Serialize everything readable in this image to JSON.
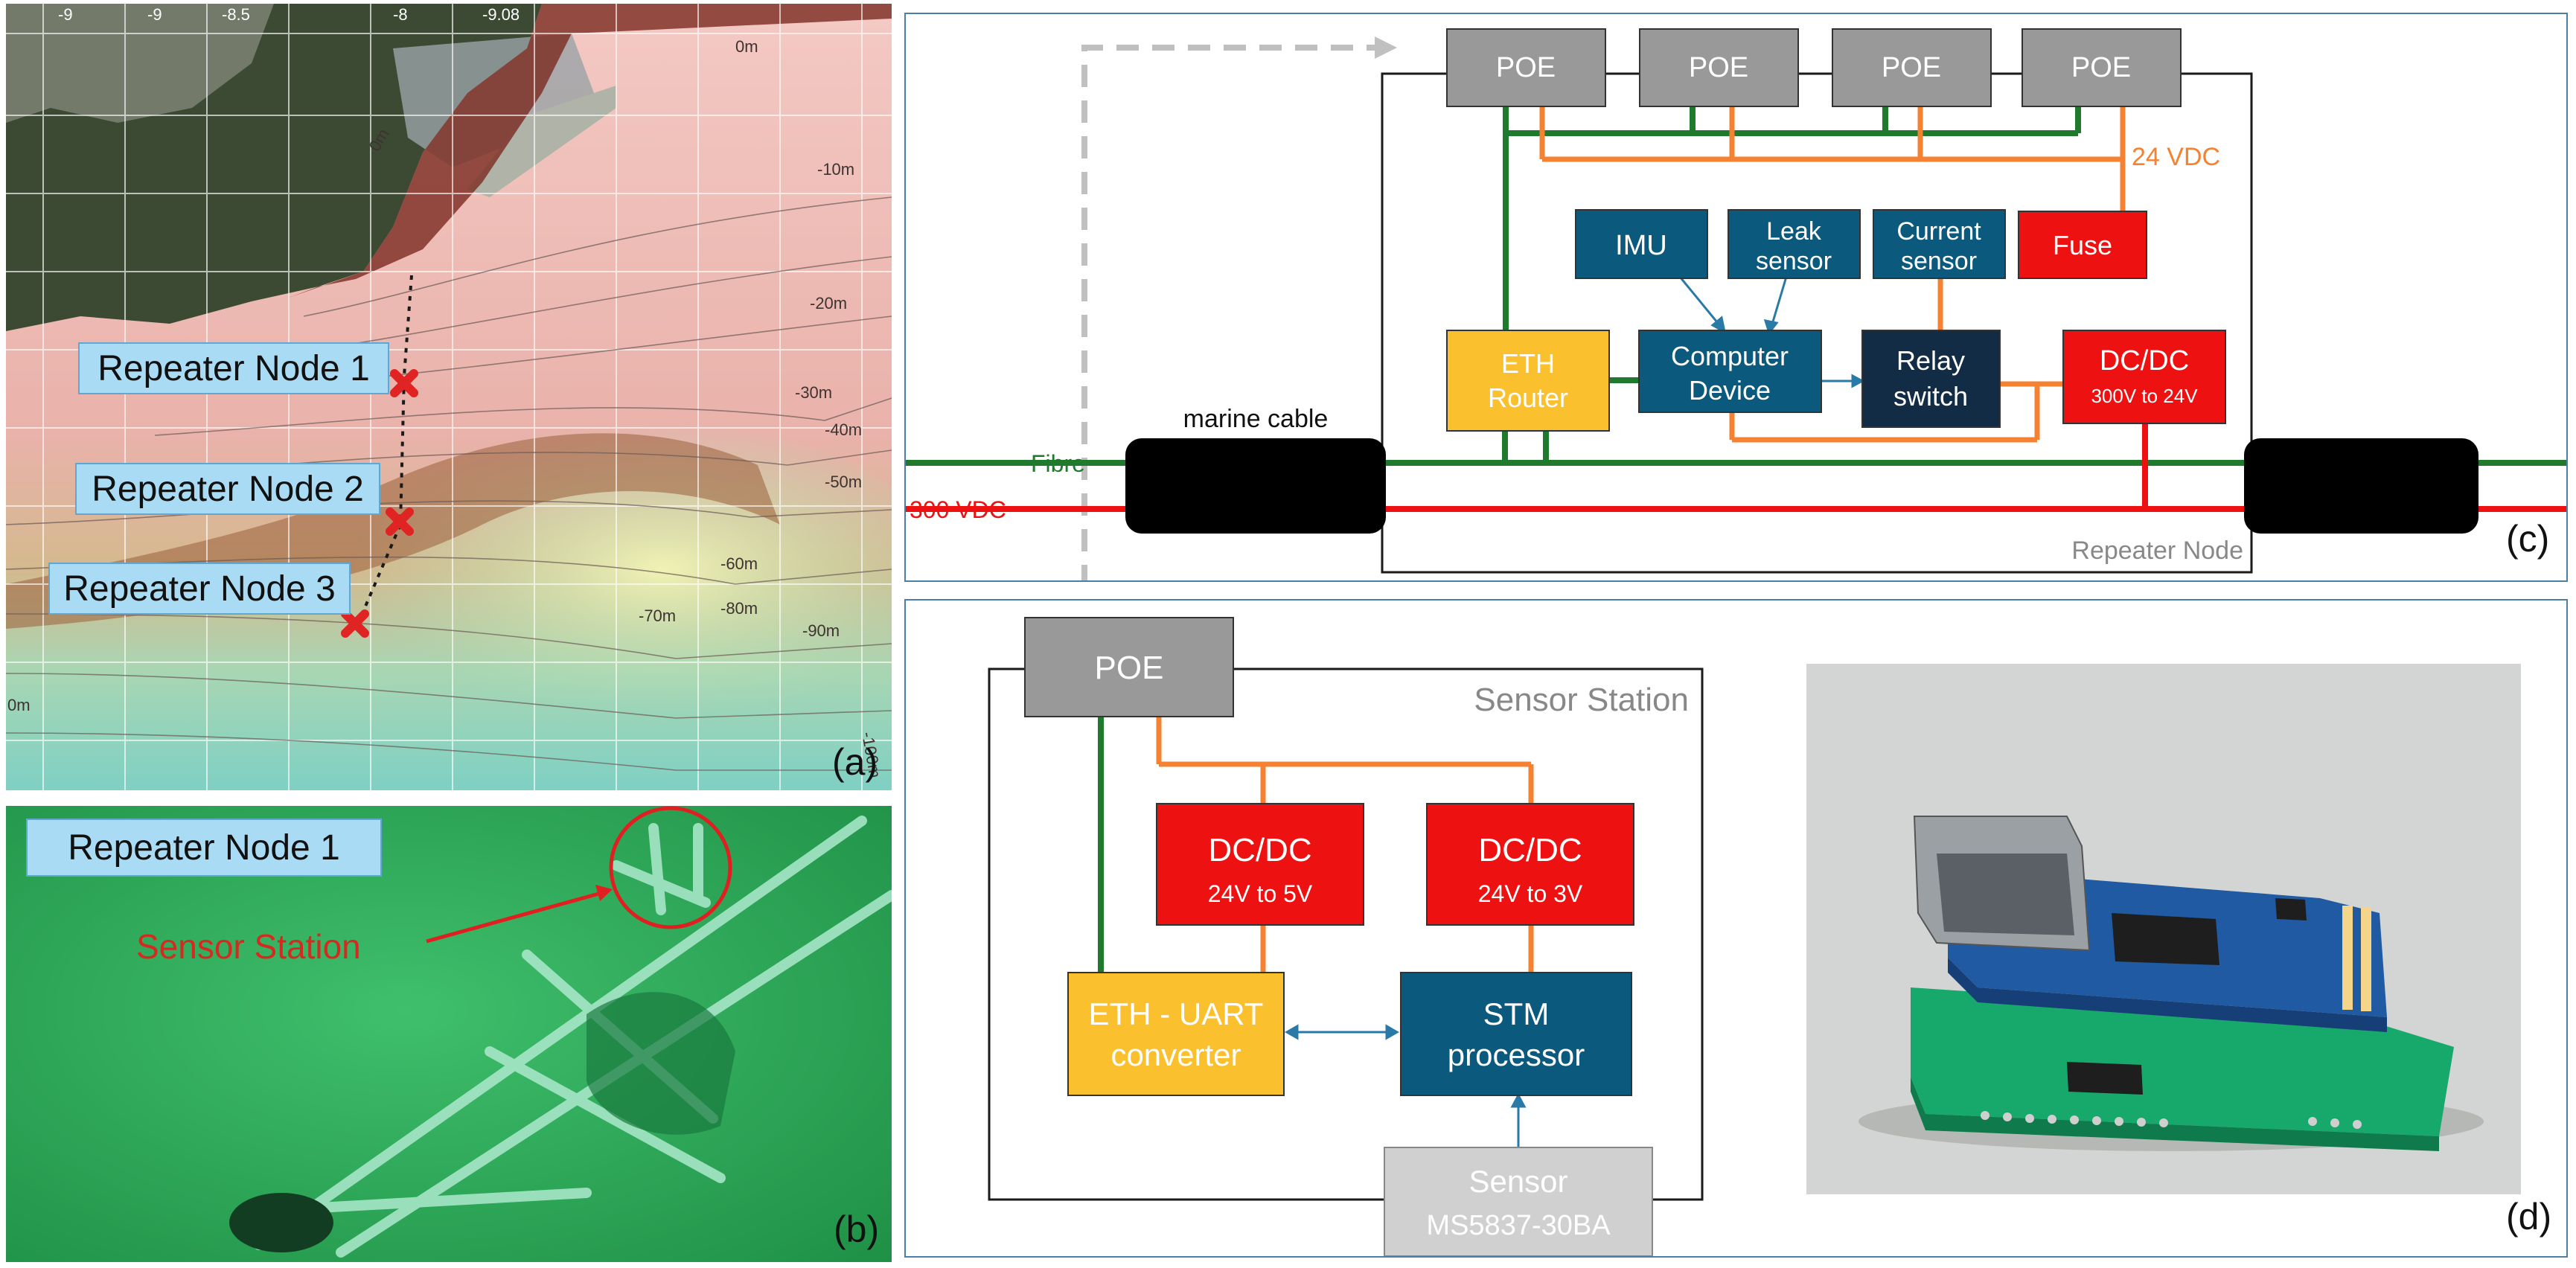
{
  "panel_labels": {
    "a": "(a)",
    "b": "(b)",
    "c": "(c)",
    "d": "(d)"
  },
  "map": {
    "nodes": [
      "Repeater Node 1",
      "Repeater Node 2",
      "Repeater Node 3"
    ],
    "depth_labels": [
      "0m",
      "0m",
      "-10m",
      "-20m",
      "-30m",
      "-40m",
      "-50m",
      "-60m",
      "-70m",
      "-80m",
      "-90m",
      "-100m",
      "0m"
    ],
    "top_ticks": [
      "-9",
      "-9",
      "-8.5",
      "-8",
      "-9.08"
    ],
    "colors": {
      "shallow": "#f2c4c0",
      "mid": "#e3a49c",
      "deep": "#9fd3bf",
      "marker": "#e02424"
    }
  },
  "photo_b": {
    "node_label": "Repeater Node 1",
    "callout": "Sensor Station",
    "colors": {
      "water": "#2fae5c",
      "callout": "#d42a1f"
    }
  },
  "repeater": {
    "poe": [
      "POE",
      "POE",
      "POE",
      "POE"
    ],
    "vdc24": "24 VDC",
    "imu": "IMU",
    "leak": [
      "Leak",
      "sensor"
    ],
    "current": [
      "Current",
      "sensor"
    ],
    "fuse": "Fuse",
    "eth_router": [
      "ETH",
      "Router"
    ],
    "computer": [
      "Computer",
      "Device"
    ],
    "relay": [
      "Relay",
      "switch"
    ],
    "dcdc": [
      "DC/DC",
      "300V to 24V"
    ],
    "marine_cable": "marine cable",
    "fibre": "Fibre",
    "vdc300": "300 VDC",
    "node_caption": "Repeater Node",
    "colors": {
      "grey": "#999999",
      "dark_blue": "#0b5a7d",
      "navy": "#132c45",
      "red": "#ee1111",
      "yellow": "#fbc02d",
      "green": "#1f7a2d",
      "orange": "#f58232",
      "cable": "#000000"
    }
  },
  "sensor_station": {
    "caption": "Sensor Station",
    "poe": "POE",
    "dcdc1": [
      "DC/DC",
      "24V to 5V"
    ],
    "dcdc2": [
      "DC/DC",
      "24V to 3V"
    ],
    "eth_uart": [
      "ETH - UART",
      "converter"
    ],
    "stm": [
      "STM",
      "processor"
    ],
    "sensor": [
      "Sensor",
      "MS5837-30BA"
    ]
  }
}
